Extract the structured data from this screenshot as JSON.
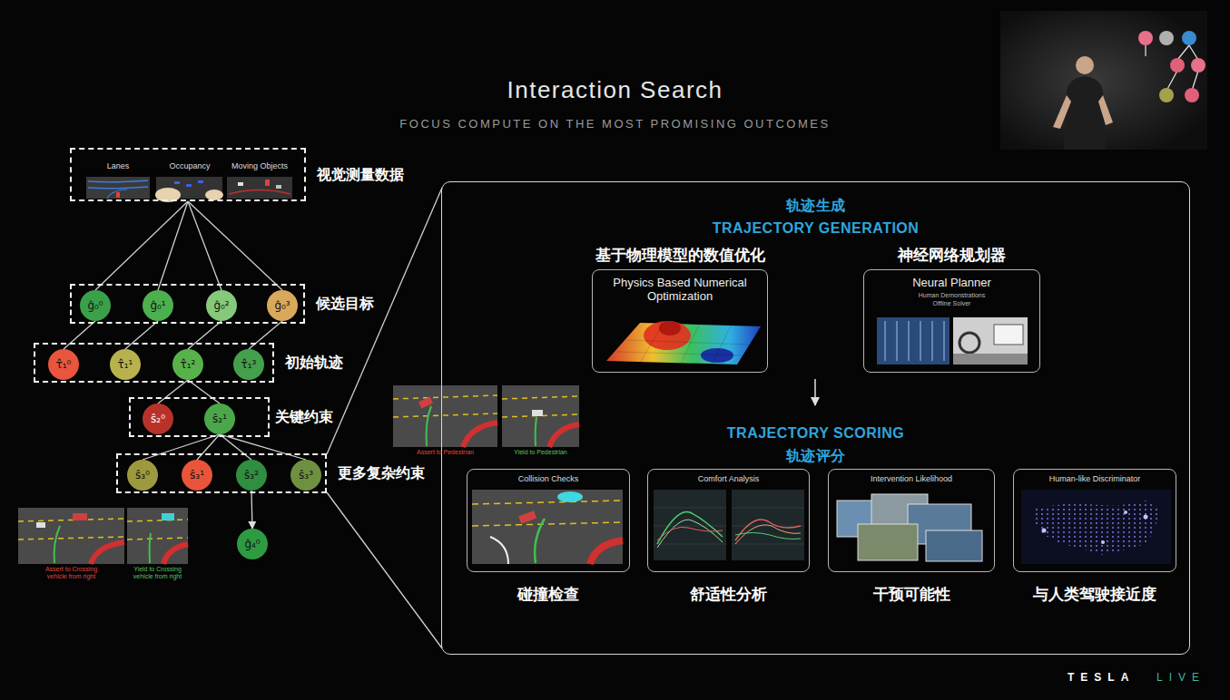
{
  "diagram": {
    "title": "Interaction Search",
    "caption": "FOCUS COMPUTE ON THE MOST PROMISING OUTCOMES",
    "nodes": [
      {
        "text": [
          "视觉测量数据"
        ]
      },
      {
        "text": [
          "候选目标"
        ]
      },
      {
        "text": [
          "ĝ₀⁰"
        ],
        "in": 1
      },
      {
        "text": [
          "ĝ₀¹"
        ],
        "in": 1
      },
      {
        "text": [
          "ĝ₀²"
        ],
        "in": 1
      },
      {
        "text": [
          "ĝ₀³"
        ],
        "in": 1
      },
      {
        "text": [
          "初始轨迹"
        ]
      },
      {
        "text": [
          "τ̂₁⁰"
        ],
        "in": 6
      },
      {
        "text": [
          "τ̂₁¹"
        ],
        "in": 6
      },
      {
        "text": [
          "τ̂₁²"
        ],
        "in": 6
      },
      {
        "text": [
          "τ̂₁³"
        ],
        "in": 6
      },
      {
        "text": [
          "关键约束"
        ]
      },
      {
        "text": [
          "ŝ₂⁰"
        ],
        "in": 11
      },
      {
        "text": [
          "ŝ₂¹"
        ],
        "in": 11
      },
      {
        "text": [
          "更多复杂约束"
        ]
      },
      {
        "text": [
          "ŝ₃⁰"
        ],
        "in": 14
      },
      {
        "text": [
          "ŝ₃¹"
        ],
        "in": 14
      },
      {
        "text": [
          "ŝ₃²"
        ],
        "in": 14
      },
      {
        "text": [
          "ŝ₃³"
        ],
        "in": 14
      },
      {
        "text": [
          "ĝ₄⁰"
        ]
      },
      {
        "text": [
          "轨迹生成",
          "TRAJECTORY GENERATION",
          "TRAJECTORY SCORING",
          "轨迹评分"
        ]
      },
      {
        "text": [
          "基于物理模型的数值优化",
          "Physics Based Numerical Optimization"
        ],
        "in": 20
      },
      {
        "text": [
          "神经网络规划器",
          "Neural Planner",
          "Human Demonstrations",
          "Offline Solver"
        ],
        "in": 20
      },
      {
        "text": [
          "Collision Checks",
          "碰撞检查"
        ],
        "in": 20
      },
      {
        "text": [
          "Comfort Analysis",
          "舒适性分析"
        ],
        "in": 20
      },
      {
        "text": [
          "Intervention Likelihood",
          "干预可能性"
        ],
        "in": 20
      },
      {
        "text": [
          "Human-like Discriminator",
          "与人类驾驶接近度"
        ],
        "in": 20
      }
    ],
    "edges": [
      {
        "from": 0,
        "to": 2,
        "arrow": "none"
      },
      {
        "from": 0,
        "to": 3,
        "arrow": "none"
      },
      {
        "from": 0,
        "to": 4,
        "arrow": "none"
      },
      {
        "from": 0,
        "to": 5,
        "arrow": "none"
      },
      {
        "from": 2,
        "to": 7,
        "arrow": "none"
      },
      {
        "from": 3,
        "to": 8,
        "arrow": "none"
      },
      {
        "from": 4,
        "to": 9,
        "arrow": "none"
      },
      {
        "from": 5,
        "to": 10,
        "arrow": "none"
      },
      {
        "from": 9,
        "to": 12,
        "arrow": "none"
      },
      {
        "from": 9,
        "to": 13,
        "arrow": "none"
      },
      {
        "from": 13,
        "to": 15,
        "arrow": "none"
      },
      {
        "from": 13,
        "to": 16,
        "arrow": "none"
      },
      {
        "from": 13,
        "to": 17,
        "arrow": "none"
      },
      {
        "from": 13,
        "to": 18,
        "arrow": "none"
      },
      {
        "from": 17,
        "to": 19,
        "arrow": "to"
      },
      {
        "from": 14,
        "to": 20,
        "arrow": "none"
      },
      {
        "from": 14,
        "to": 20,
        "arrow": "none"
      }
    ],
    "labels": [
      "Lanes",
      "Occupancy",
      "Moving Objects",
      "Assert to Pedestrian",
      "Yield to Pedestrian",
      "Assert to Crossing vehicle from right",
      "Yield to Crossing vehicle from right",
      "TESLA",
      "LIVE"
    ]
  }
}
